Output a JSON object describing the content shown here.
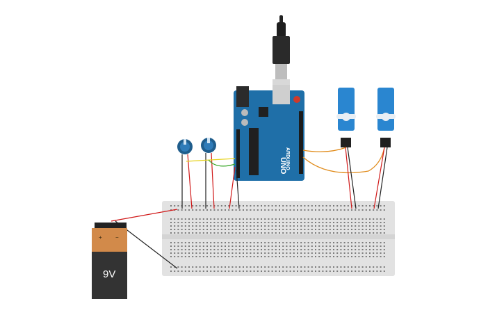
{
  "battery": {
    "label": "9V",
    "plus": "+",
    "minus": "−"
  },
  "arduino": {
    "brand": "ARDUINO",
    "model": "UNO"
  },
  "colors": {
    "board": "#1f6fa8",
    "breadboard": "#e2e2e2",
    "wire_red": "#d01818",
    "wire_black": "#202020",
    "wire_orange": "#e08a18",
    "wire_yellow": "#e6d21a",
    "wire_green": "#3aa82a",
    "servo": "#2a86d0",
    "battery_top": "#d28a4a",
    "battery_body": "#333333"
  }
}
